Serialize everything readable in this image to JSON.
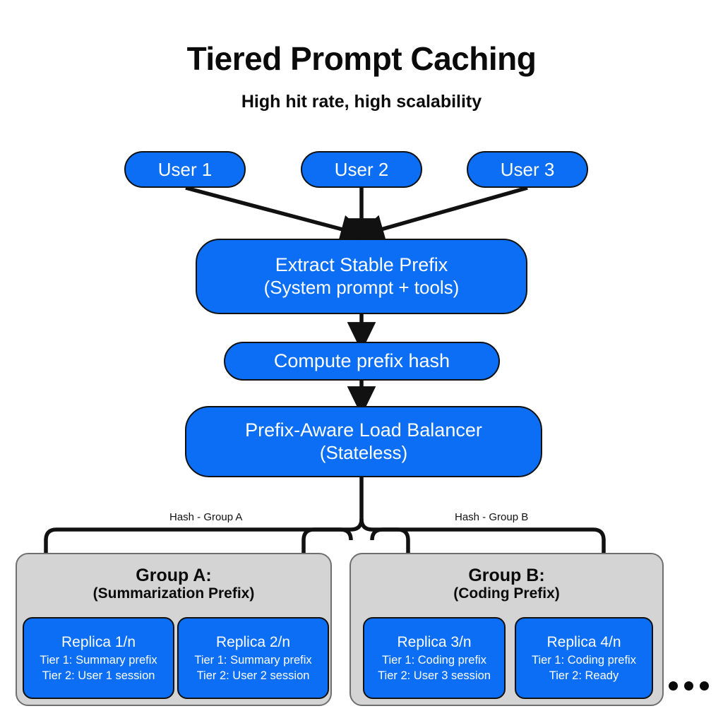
{
  "header": {
    "title": "Tiered Prompt Caching",
    "subtitle": "High hit rate, high scalability"
  },
  "users": [
    {
      "label": "User 1"
    },
    {
      "label": "User 2"
    },
    {
      "label": "User 3"
    }
  ],
  "pipeline": [
    {
      "line1": "Extract Stable Prefix",
      "line2": "(System prompt + tools)"
    },
    {
      "line1": "Compute prefix hash",
      "line2": ""
    },
    {
      "line1": "Prefix-Aware Load Balancer",
      "line2": "(Stateless)"
    }
  ],
  "edge_labels": {
    "group_a": "Hash - Group A",
    "group_b": "Hash - Group B"
  },
  "groups": [
    {
      "title": "Group A:",
      "subtitle": "(Summarization Prefix)",
      "replicas": [
        {
          "name": "Replica 1/n",
          "tier1": "Tier 1: Summary prefix",
          "tier2": "Tier 2: User 1 session"
        },
        {
          "name": "Replica 2/n",
          "tier1": "Tier 1: Summary prefix",
          "tier2": "Tier 2: User 2 session"
        }
      ]
    },
    {
      "title": "Group B:",
      "subtitle": "(Coding Prefix)",
      "replicas": [
        {
          "name": "Replica 3/n",
          "tier1": "Tier 1: Coding prefix",
          "tier2": "Tier 2: User 3 session"
        },
        {
          "name": "Replica 4/n",
          "tier1": "Tier 1: Coding prefix",
          "tier2": "Tier 2: Ready"
        }
      ]
    }
  ],
  "overflow_indicator": "•••",
  "colors": {
    "node_fill": "#0B6EF5",
    "node_text": "#FFFFFF",
    "group_fill": "#D4D4D4",
    "group_border": "#6F6F6F",
    "stroke": "#111111",
    "background": "#FFFFFF"
  }
}
